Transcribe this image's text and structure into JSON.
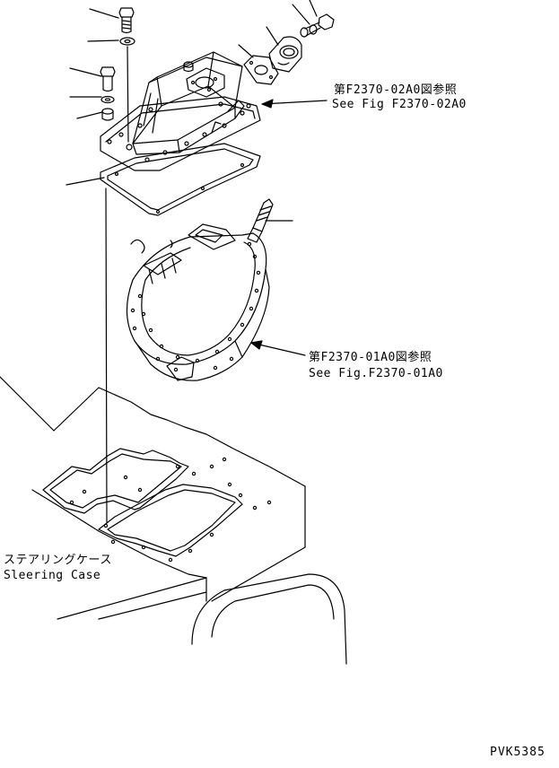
{
  "callouts": {
    "cover_ref_jp": "第F2370-02A0図参照",
    "cover_ref_en": "See Fig F2370-02A0",
    "band_ref_jp": "第F2370-01A0図参照",
    "band_ref_en": "See Fig.F2370-01A0",
    "case_label_jp": "ステアリングケース",
    "case_label_en": "Sleering Case"
  },
  "drawing_code": "PVK5385",
  "colors": {
    "ink": "#000000",
    "paper": "#ffffff"
  }
}
